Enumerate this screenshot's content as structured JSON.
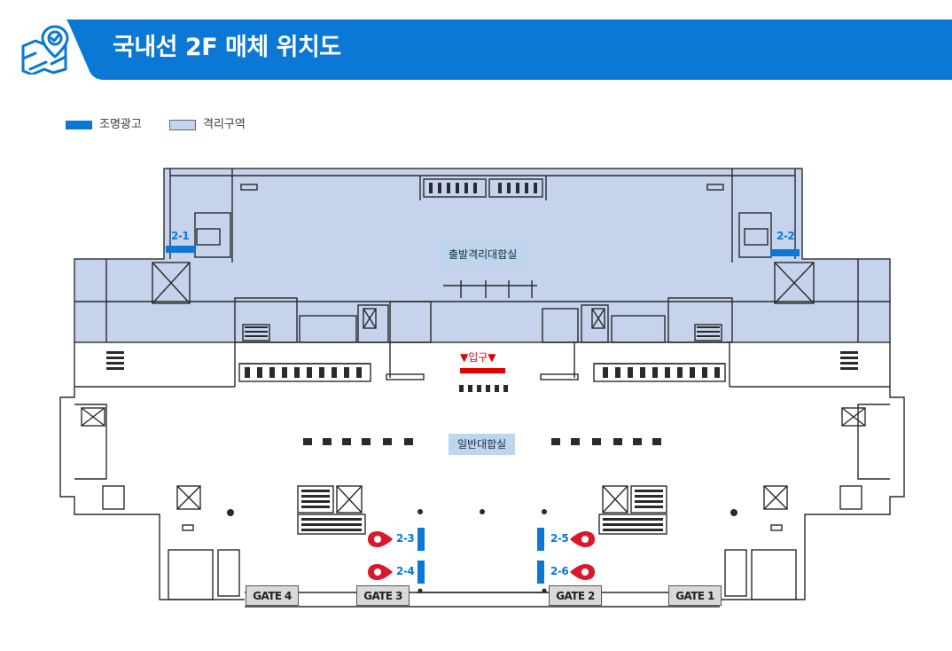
{
  "header": {
    "title": "국내선 2F 매체 위치도",
    "icon": "map-pin-check-icon",
    "accent_color": "#0a78d4"
  },
  "legend": {
    "items": [
      {
        "label": "조명광고",
        "color": "#0a78d4"
      },
      {
        "label": "격리구역",
        "color": "#c5d3ec"
      }
    ]
  },
  "map": {
    "rooms": {
      "departure_lounge": "출발격리대합실",
      "general_lounge": "일반대합실"
    },
    "entrance_label": "▼입구▼",
    "media": [
      {
        "id": "2-1"
      },
      {
        "id": "2-2"
      },
      {
        "id": "2-3"
      },
      {
        "id": "2-4"
      },
      {
        "id": "2-5"
      },
      {
        "id": "2-6"
      }
    ],
    "gates": [
      "GATE 4",
      "GATE 3",
      "GATE 2",
      "GATE 1"
    ],
    "colors": {
      "zone_fill": "#c5d3ec",
      "wall": "#2a2a2a",
      "media": "#0a78d4",
      "pin": "#d9182b",
      "entrance": "#e00000"
    }
  }
}
